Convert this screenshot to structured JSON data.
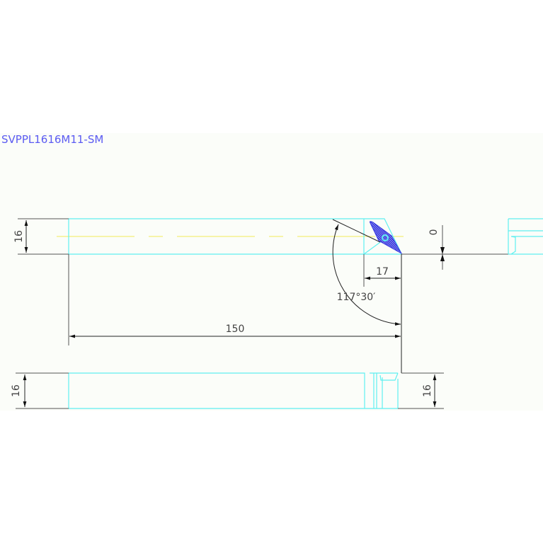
{
  "drawing": {
    "title": "SVPPL1616M11-SM",
    "colors": {
      "outline": "#5ff0f0",
      "dimension": "#555555",
      "title": "#5b5bf2",
      "centerline": "#f2ee7a",
      "insert": "#3a3ae0"
    },
    "dimensions": {
      "shank_height_top": "16",
      "shank_height_bottom_left": "16",
      "shank_height_bottom_right": "16",
      "offset_f": "17",
      "length": "150",
      "approach_angle": "117°30′",
      "tip_offset": "0"
    }
  }
}
